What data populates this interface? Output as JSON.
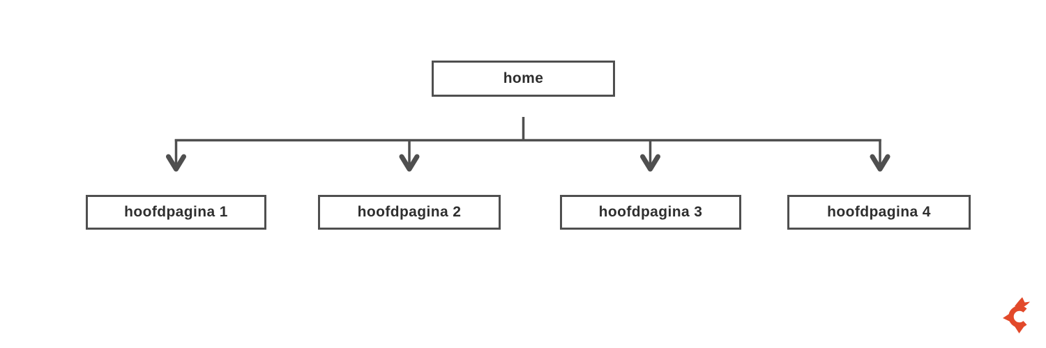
{
  "diagram": {
    "type": "sitemap-tree",
    "root": {
      "label": "home"
    },
    "children": [
      {
        "label": "hoofdpagina 1"
      },
      {
        "label": "hoofdpagina 2"
      },
      {
        "label": "hoofdpagina 3"
      },
      {
        "label": "hoofdpagina 4"
      }
    ]
  },
  "colors": {
    "line": "#4f4f4f",
    "box_border": "#4f4f4f",
    "text": "#2e2e2e",
    "background": "#ffffff",
    "logo": "#e2492a"
  },
  "icons": {
    "brand_logo": "stylized-c-star-mark"
  }
}
